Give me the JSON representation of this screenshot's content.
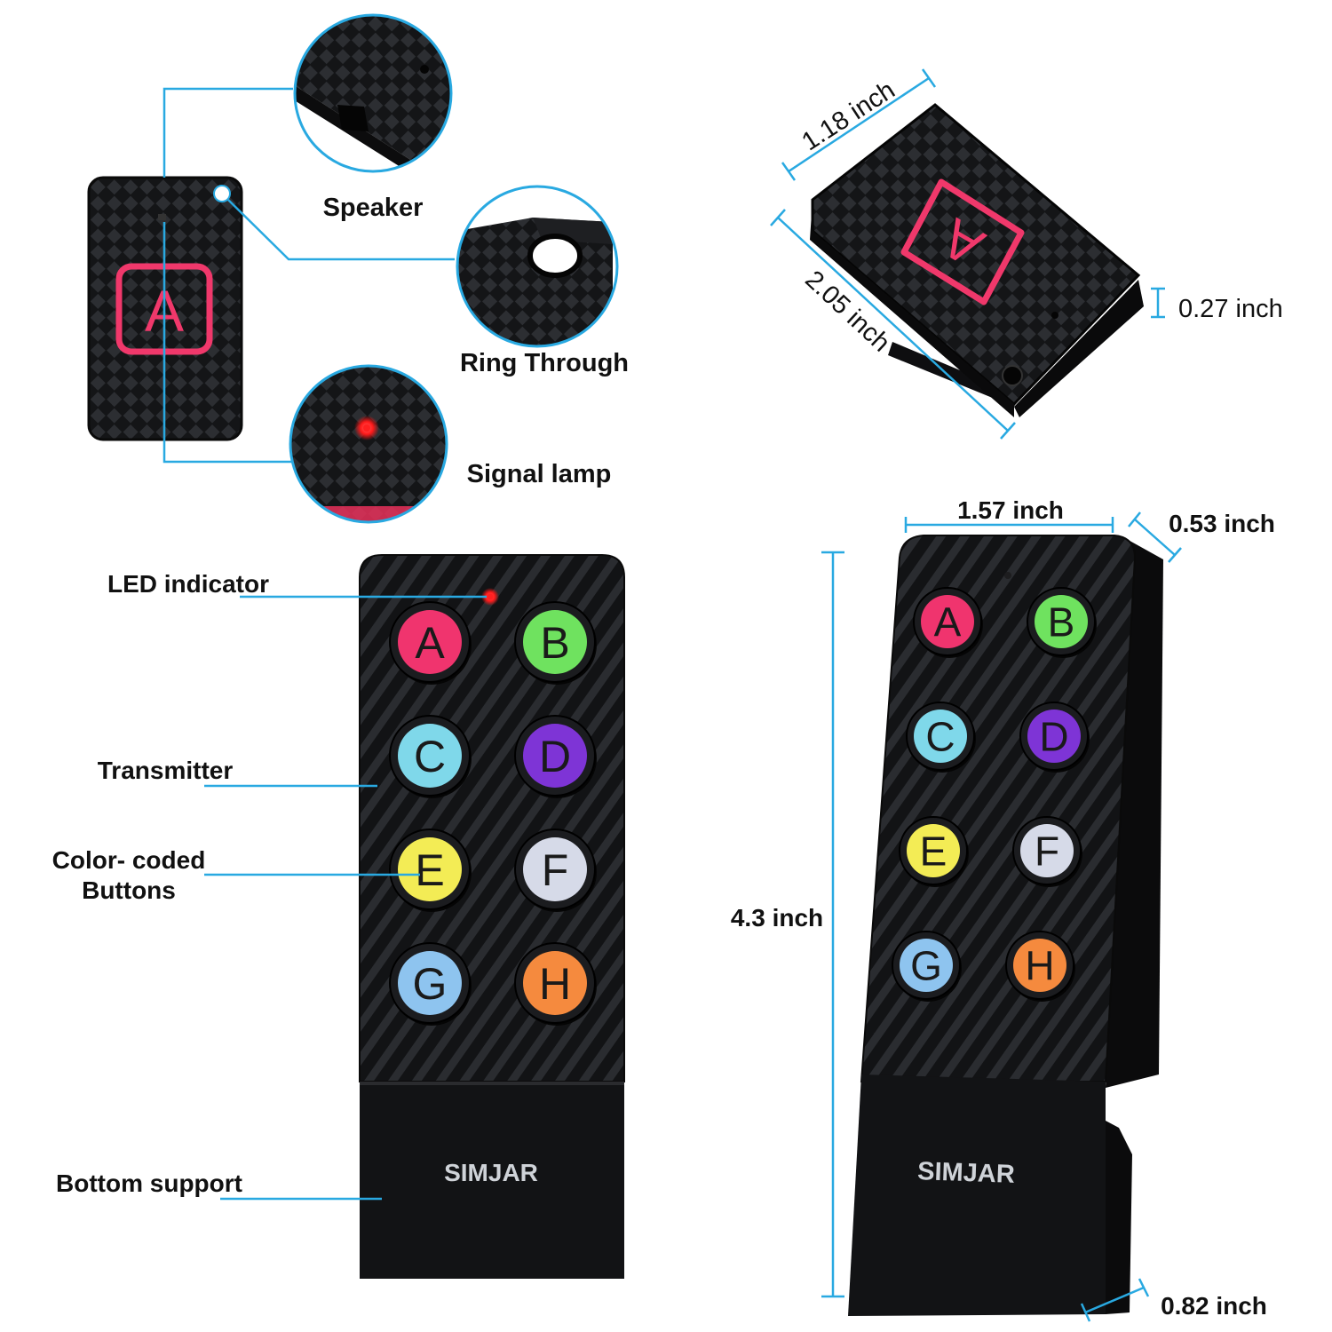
{
  "colors": {
    "callout_line": "#29a9e1",
    "device_body": "#111214",
    "tag_letter": "#f0386b",
    "led": "#ff1a1a"
  },
  "tag": {
    "letter": "A",
    "callouts": {
      "speaker": "Speaker",
      "ring_through": "Ring Through",
      "signal_lamp": "Signal lamp"
    }
  },
  "tag_dimensions": {
    "width": "1.18 inch",
    "length": "2.05 inch",
    "thickness": "0.27 inch"
  },
  "transmitter": {
    "callouts": {
      "led_indicator": "LED indicator",
      "transmitter": "Transmitter",
      "color_coded_line1": "Color- coded",
      "color_coded_line2": "Buttons",
      "bottom_support": "Bottom support"
    },
    "brand": "SIMJAR",
    "buttons": [
      {
        "letter": "A",
        "color": "#f0346e"
      },
      {
        "letter": "B",
        "color": "#6fe25f"
      },
      {
        "letter": "C",
        "color": "#7fd8ea"
      },
      {
        "letter": "D",
        "color": "#7e34d6"
      },
      {
        "letter": "E",
        "color": "#f3ec55"
      },
      {
        "letter": "F",
        "color": "#d6dae8"
      },
      {
        "letter": "G",
        "color": "#8ec4ef"
      },
      {
        "letter": "H",
        "color": "#f58a3e"
      }
    ]
  },
  "transmitter_dimensions": {
    "width": "1.57 inch",
    "depth_top": "0.53 inch",
    "height": "4.3 inch",
    "depth_bottom": "0.82 inch"
  }
}
